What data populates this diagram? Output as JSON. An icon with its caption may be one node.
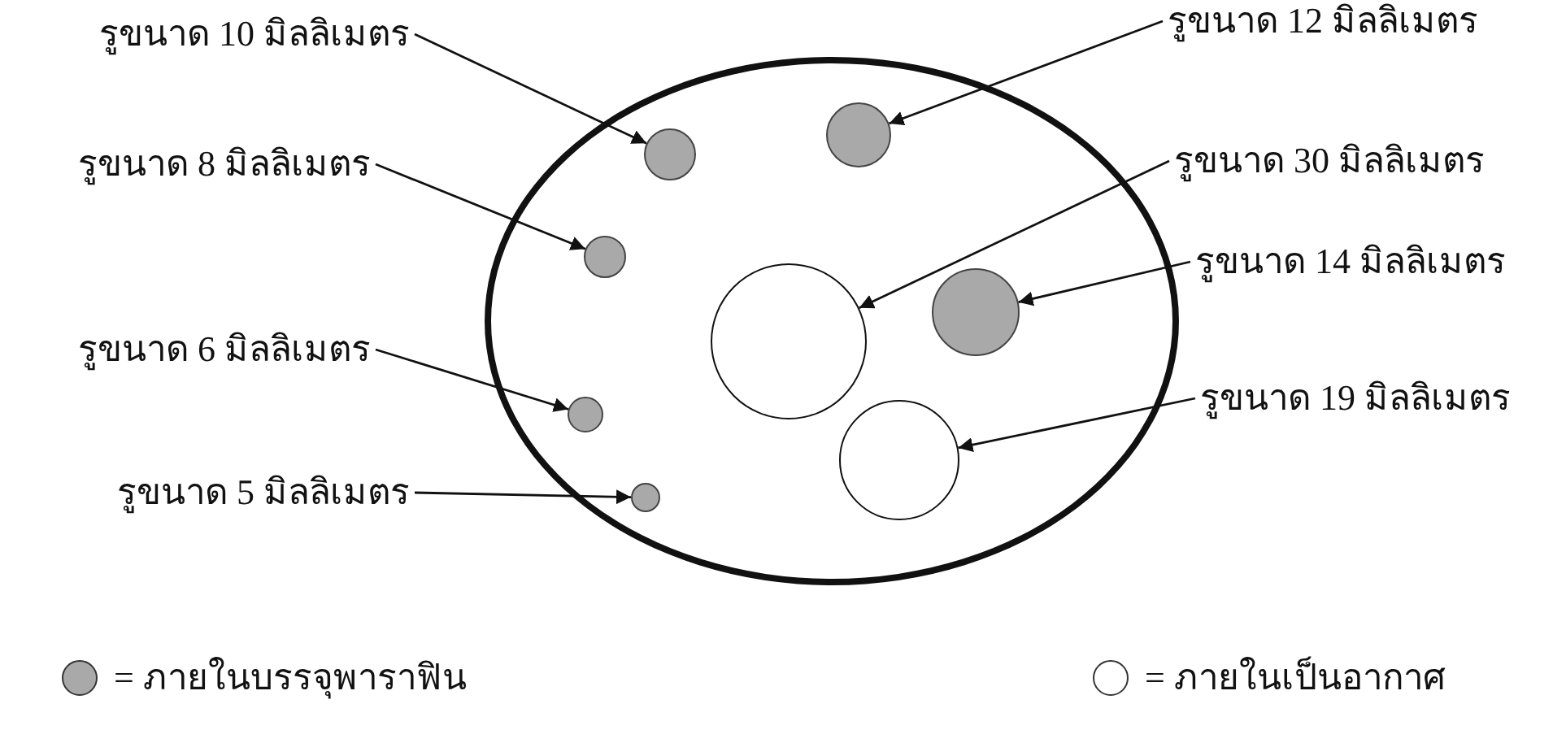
{
  "diagram": {
    "nodes": [
      {
        "text": [
          "รูขนาด 10 มิลลิเมตร"
        ]
      },
      {
        "text": [
          "รูขนาด 12 มิลลิเมตร"
        ]
      },
      {
        "text": [
          "รูขนาด 8 มิลลิเมตร"
        ]
      },
      {
        "text": [
          "รูขนาด 30 มิลลิเมตร"
        ]
      },
      {
        "text": [
          "รูขนาด 14 มิลลิเมตร"
        ]
      },
      {
        "text": [
          "รูขนาด 6 มิลลิเมตร"
        ]
      },
      {
        "text": [
          "รูขนาด 19 มิลลิเมตร"
        ]
      },
      {
        "text": [
          "รูขนาด 5 มิลลิเมตร"
        ]
      },
      {
        "text": [],
        "shape": "circle"
      },
      {
        "text": [],
        "shape": "circle",
        "in": 8
      },
      {
        "text": [],
        "shape": "circle",
        "in": 8
      },
      {
        "text": [],
        "shape": "circle",
        "in": 8
      },
      {
        "text": [],
        "shape": "circle",
        "in": 8
      },
      {
        "text": [],
        "shape": "circle",
        "in": 8
      },
      {
        "text": [],
        "shape": "circle",
        "in": 8
      },
      {
        "text": [],
        "shape": "circle",
        "in": 8
      },
      {
        "text": [],
        "shape": "circle",
        "in": 8
      }
    ],
    "edges": [
      {
        "from": 0,
        "to": 12,
        "arrow": "to"
      },
      {
        "from": 1,
        "to": 14,
        "arrow": "to"
      },
      {
        "from": 2,
        "to": 10,
        "arrow": "to"
      },
      {
        "from": 3,
        "to": 13,
        "arrow": "to"
      },
      {
        "from": 4,
        "to": 16,
        "arrow": "to"
      },
      {
        "from": 5,
        "to": 9,
        "arrow": "to"
      },
      {
        "from": 6,
        "to": 15,
        "arrow": "to"
      },
      {
        "from": 7,
        "to": 11,
        "arrow": "to"
      }
    ],
    "legend": [
      {
        "text": "= ภายในบรรจุพาราฟิน",
        "color": "#a9a9a9"
      },
      {
        "text": "= ภายในเป็นอากาศ",
        "color": "#ffffff"
      }
    ]
  }
}
